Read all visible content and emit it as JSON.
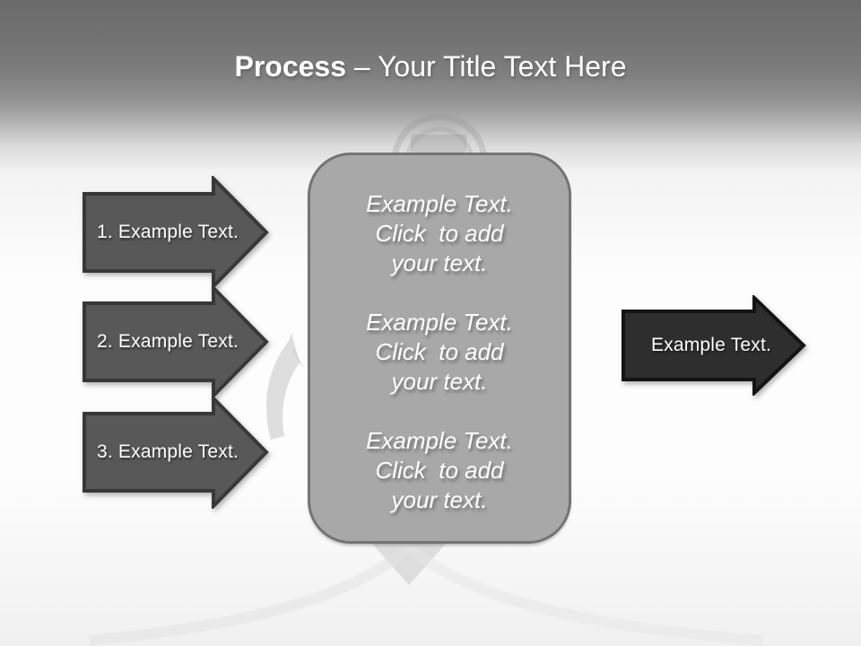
{
  "title": {
    "bold": "Process",
    "separator": " – ",
    "rest": "Your Title Text Here"
  },
  "left_arrows": [
    {
      "label": "1. Example Text."
    },
    {
      "label": "2. Example Text."
    },
    {
      "label": "3. Example Text."
    }
  ],
  "right_arrow": {
    "label": "Example Text."
  },
  "center_box": {
    "paragraphs": [
      {
        "line1": "Example Text.",
        "line2": "Click  to add",
        "line3": "your text."
      },
      {
        "line1": "Example Text.",
        "line2": "Click  to add",
        "line3": "your text."
      },
      {
        "line1": "Example Text.",
        "line2": "Click  to add",
        "line3": "your text."
      }
    ]
  },
  "watermarks": {
    "globe": "globe-rings-watermark",
    "curved_arrow": "curved-arrow-watermark",
    "bottom_swirl": "triangle-swirl-watermark"
  },
  "colors": {
    "header_top": "#6b6b6b",
    "header_bottom": "#f1f1f1",
    "left_arrow_fill": "#585858",
    "left_arrow_border": "#383838",
    "right_arrow_fill": "#2e2e2e",
    "right_arrow_border": "#141414",
    "center_box_fill": "#a8a8a8",
    "center_box_border": "#747474",
    "text_color": "#ffffff"
  }
}
